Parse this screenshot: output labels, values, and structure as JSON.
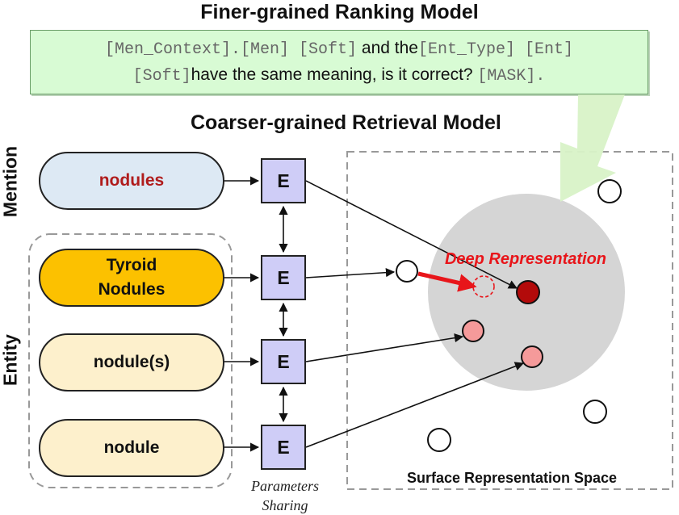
{
  "ranking_title": "Finer-grained Ranking Model",
  "prompt": {
    "line1": {
      "t1": "[Men_Context].[Men] [Soft]",
      "t2": " and the",
      "t3": "[Ent_Type] [Ent]"
    },
    "line2": {
      "t1": "[Soft]",
      "t2": "have the same meaning, is it correct? ",
      "t3": "[MASK]."
    }
  },
  "retrieval_title": "Coarser-grained Retrieval Model",
  "side_labels": {
    "mention": "Mention",
    "entity": "Entity"
  },
  "mention_pill": {
    "label": "nodules"
  },
  "entity_pills": [
    {
      "label": "Tyroid Nodules"
    },
    {
      "label": "nodule(s)"
    },
    {
      "label": "nodule"
    }
  ],
  "encoder_label": "E",
  "parameters_label": {
    "line1": "Parameters",
    "line2": "Sharing"
  },
  "deep_label": "Deep Representation",
  "surface_label": "Surface Representation Space",
  "colors": {
    "mention_fill": "#dde9f4",
    "selected_entity_fill": "#fcc100",
    "entity_fill": "#fdf0cc",
    "encoder_fill": "#cfcdf7",
    "prompt_fill": "#d8fbd4",
    "mention_text": "#b01c1c",
    "deep_text": "#e8151a",
    "dark_red_dot": "#b30a0a",
    "pink_dot": "#f59a9a",
    "big_circle": "#d5d5d5"
  }
}
